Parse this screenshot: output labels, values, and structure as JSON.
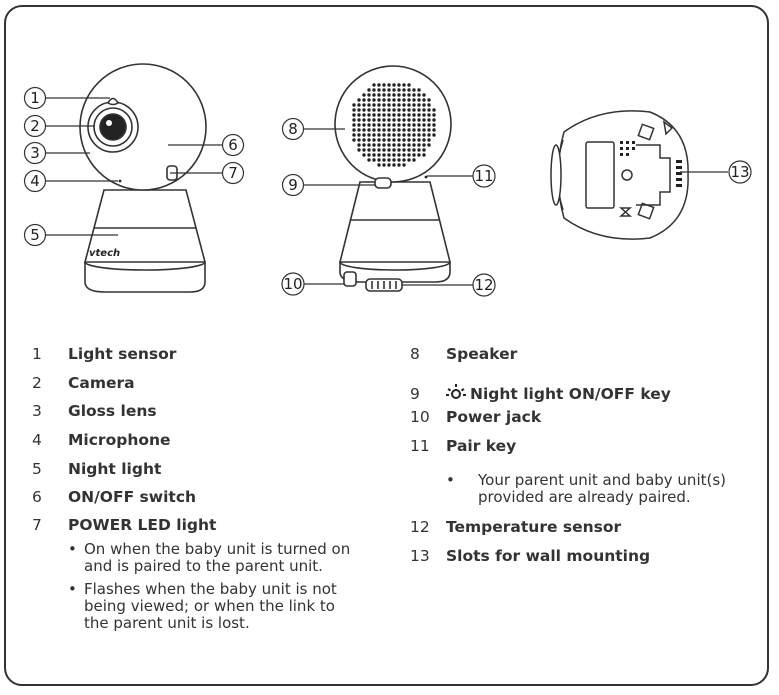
{
  "callouts": {
    "c1": "1",
    "c2": "2",
    "c3": "3",
    "c4": "4",
    "c5": "5",
    "c6": "6",
    "c7": "7",
    "c8": "8",
    "c9": "9",
    "c10": "10",
    "c11": "11",
    "c12": "12",
    "c13": "13"
  },
  "brand_logo": "vtech",
  "left_list": [
    {
      "num": "1",
      "label": "Light sensor"
    },
    {
      "num": "2",
      "label": "Camera"
    },
    {
      "num": "3",
      "label": "Gloss lens"
    },
    {
      "num": "4",
      "label": "Microphone"
    },
    {
      "num": "5",
      "label": "Night light"
    },
    {
      "num": "6",
      "label": "ON/OFF switch"
    },
    {
      "num": "7",
      "label": "POWER LED light"
    }
  ],
  "item7_bullets": [
    "On when the baby unit is turned on\nand is paired to the parent unit.",
    "Flashes when the baby unit is not\nbeing viewed; or when the link to\nthe parent unit is lost."
  ],
  "right_list": [
    {
      "num": "8",
      "label": "Speaker"
    },
    {
      "num": "9",
      "label": "Night light ON/OFF key",
      "icon": "night-light-icon"
    },
    {
      "num": "10",
      "label": "Power jack"
    },
    {
      "num": "11",
      "label": "Pair key"
    },
    {
      "num": "12",
      "label": "Temperature sensor"
    },
    {
      "num": "13",
      "label": "Slots for wall mounting"
    }
  ],
  "item11_bullet": "Your parent unit and baby unit(s)\nprovided are already paired.",
  "bullet_char": "•",
  "colors": {
    "outline": "#333333",
    "text": "#222222"
  }
}
